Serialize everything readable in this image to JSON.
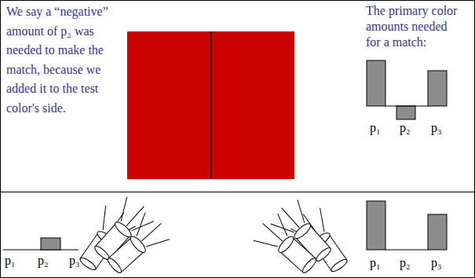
{
  "diagram": {
    "labels": [
      "We say a “negative” amount of p₂ was needed to make the match, because we added it to the test color's side.",
      "The primary color amounts needed for a match:",
      "p₁",
      "p₂",
      "p₃",
      "p₁",
      "p₂",
      "p₃",
      "p₁",
      "p₂",
      "p₃"
    ]
  }
}
